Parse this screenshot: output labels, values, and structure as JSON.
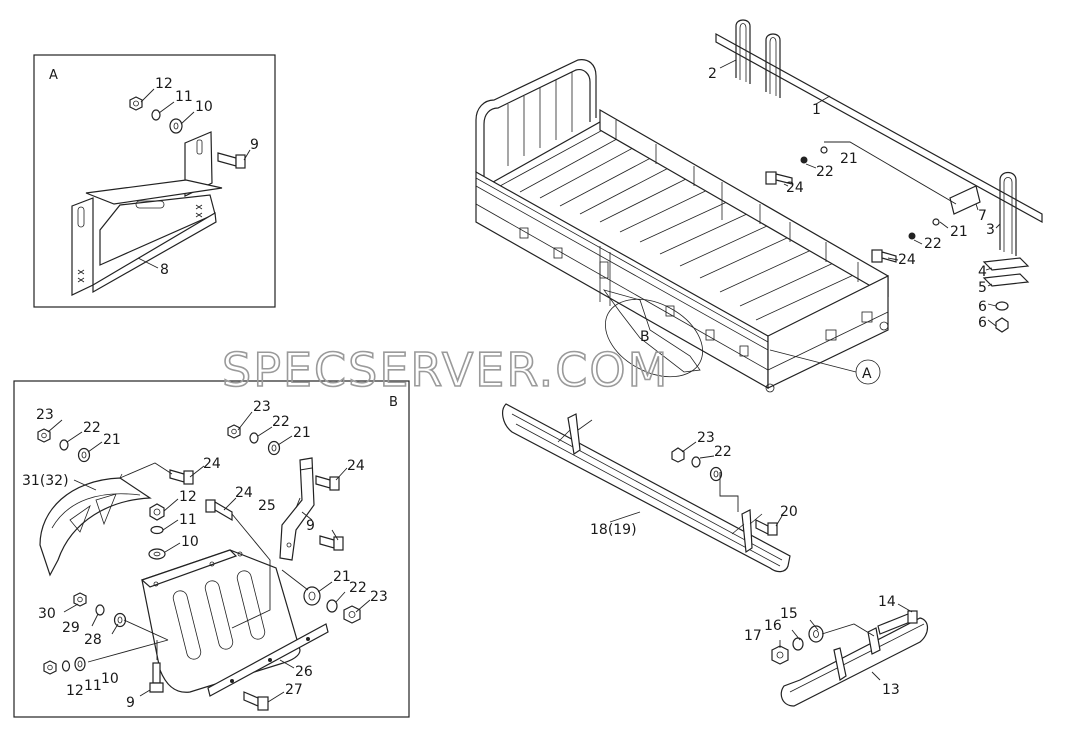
{
  "detail_a": {
    "title": "A",
    "callouts": [
      "12",
      "11",
      "10",
      "9",
      "8"
    ]
  },
  "detail_b": {
    "title": "B",
    "callouts": [
      "23",
      "22",
      "21",
      "24",
      "31(32)",
      "12",
      "11",
      "10",
      "24",
      "25",
      "23",
      "22",
      "21",
      "24",
      "9",
      "21",
      "22",
      "23",
      "30",
      "29",
      "28",
      "12",
      "11",
      "10",
      "9",
      "26",
      "27"
    ]
  },
  "main": {
    "callouts": [
      "2",
      "1",
      "21",
      "22",
      "24",
      "7",
      "21",
      "22",
      "3",
      "24",
      "4",
      "5",
      "6",
      "6",
      "B",
      "A"
    ]
  },
  "step": {
    "callouts": [
      "23",
      "22",
      "20",
      "18(19)"
    ]
  },
  "bumper": {
    "callouts": [
      "14",
      "15",
      "16",
      "17",
      "13"
    ]
  },
  "watermark": "SPECSERVER.COM"
}
